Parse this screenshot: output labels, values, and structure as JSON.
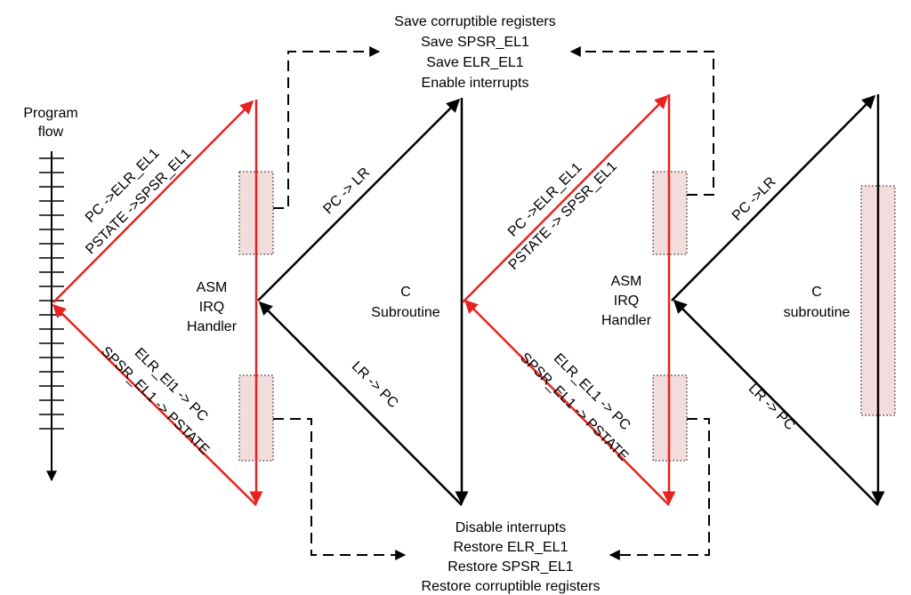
{
  "colors": {
    "exception_path": "#e8231f",
    "call_path": "#000000",
    "shaded_region": "#f2dcdc"
  },
  "axis": {
    "label_line1": "Program",
    "label_line2": "flow"
  },
  "top_note": [
    "Save corruptible registers",
    "Save SPSR_EL1",
    "Save ELR_EL1",
    "Enable interrupts"
  ],
  "bottom_note": [
    "Disable interrupts",
    "Restore ELR_EL1",
    "Restore SPSR_EL1",
    "Restore corruptible registers"
  ],
  "first_irq": {
    "entry_line1": "PC ->ELR_EL1",
    "entry_line2": "PSTATE ->SPSR_EL1",
    "exit_line1": "ELR_El1 -> PC",
    "exit_line2": "SPSR_EL1 -> PSTATE",
    "handler": [
      "ASM",
      "IRQ",
      "Handler"
    ]
  },
  "first_call": {
    "call_label": "PC -> LR",
    "return_label": "LR -> PC",
    "body": [
      "C",
      "Subroutine"
    ]
  },
  "second_irq": {
    "entry_line1": "PC ->ELR_EL1",
    "entry_line2": "PSTATE -> SPSR_EL1",
    "exit_line1": "ELR_EL1 -> PC",
    "exit_line2": "SPSR_EL1 -> PSTATE",
    "handler": [
      "ASM",
      "IRQ",
      "Handler"
    ]
  },
  "second_call": {
    "call_label": "PC ->LR",
    "return_label": "LR -> PC",
    "body": [
      "C",
      "subroutine"
    ]
  }
}
